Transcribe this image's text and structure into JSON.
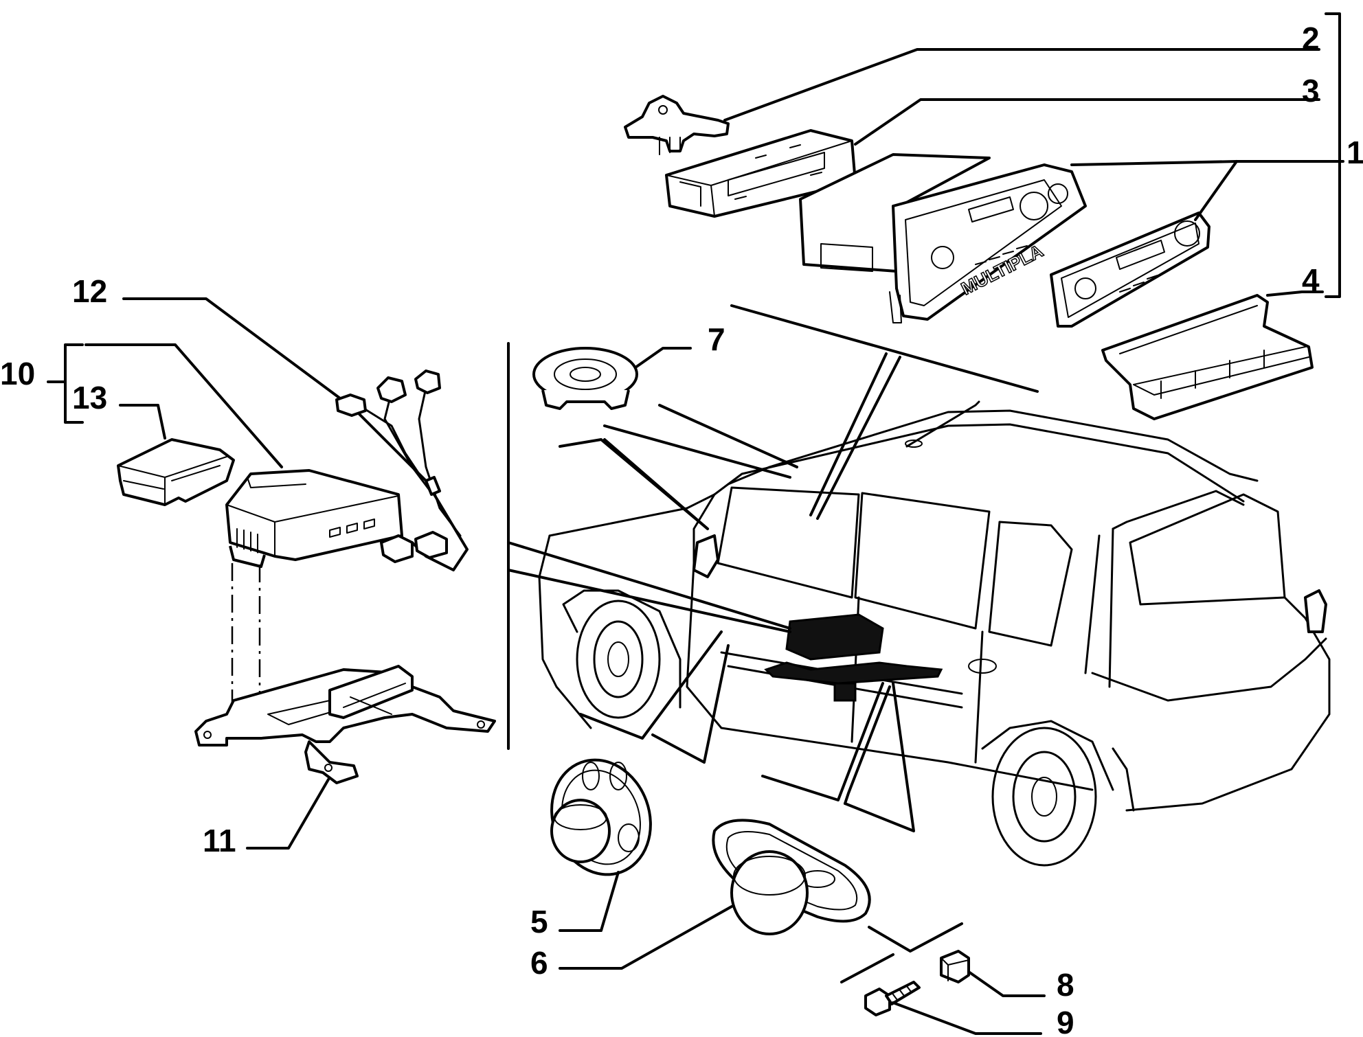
{
  "callouts": [
    {
      "id": "1",
      "text": "1"
    },
    {
      "id": "2",
      "text": "2"
    },
    {
      "id": "3",
      "text": "3"
    },
    {
      "id": "4",
      "text": "4"
    },
    {
      "id": "5",
      "text": "5"
    },
    {
      "id": "6",
      "text": "6"
    },
    {
      "id": "7",
      "text": "7"
    },
    {
      "id": "8",
      "text": "8"
    },
    {
      "id": "9",
      "text": "9"
    },
    {
      "id": "10",
      "text": "10"
    },
    {
      "id": "11",
      "text": "11"
    },
    {
      "id": "12",
      "text": "12"
    },
    {
      "id": "13",
      "text": "13"
    }
  ],
  "radio_faceplate_brand": "MULTIPLA"
}
